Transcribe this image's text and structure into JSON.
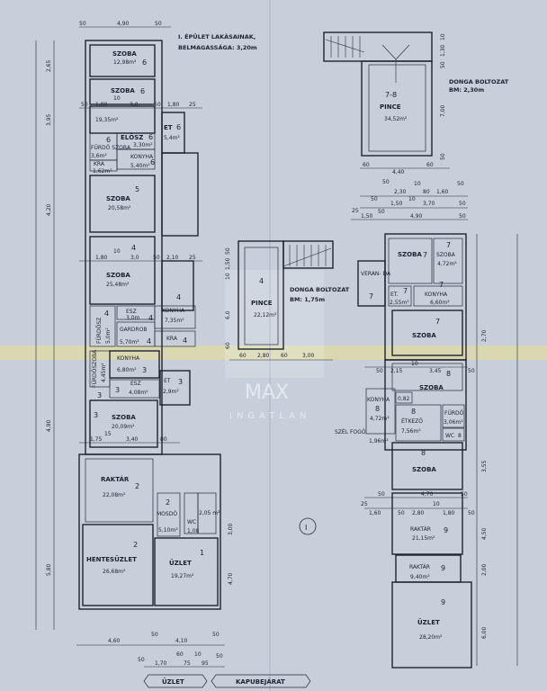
{
  "header": {
    "title_line1": "I. ÉPÜLET LAKÁSAINAK,",
    "title_line2": "BELMAGASSÁGA: 3,20m"
  },
  "left_building": {
    "rooms": [
      {
        "label": "SZOBA",
        "area": "12,98m²",
        "unit": "6"
      },
      {
        "label": "SZOBA",
        "unit": "6"
      },
      {
        "area": "19,35m²"
      },
      {
        "label": "ELŐSZ",
        "area": "3,30m²",
        "unit": "6"
      },
      {
        "label": "ET",
        "area": "5,4m²",
        "unit": "6"
      },
      {
        "label": "FÜRDŐ SZOBA",
        "area": "3,6m²",
        "unit": "6"
      },
      {
        "label": "KONYHA",
        "area": "5,40m²",
        "unit": "6"
      },
      {
        "label": "KRA",
        "area": "1,62m²"
      },
      {
        "label": "SZOBA",
        "area": "20,58m²",
        "unit": "5"
      },
      {
        "label": "SZOBA",
        "area": "25,48m²",
        "unit": "4"
      },
      {
        "label": "ESZ",
        "area": "3,0m",
        "unit": "4"
      },
      {
        "label": "KONYHA",
        "area": "7,35m²",
        "unit": "4"
      },
      {
        "label": "FÜRDŐSZ",
        "area": "5,0m²",
        "unit": "4"
      },
      {
        "label": "GARDROB",
        "area": "5,70m²",
        "unit": "4"
      },
      {
        "label": "KRA",
        "unit": "4"
      },
      {
        "label": "KONYHA",
        "area": "6,80m²",
        "unit": "3"
      },
      {
        "label": "FÜRDŐSZOBA",
        "area": "4,45m²",
        "unit": "3"
      },
      {
        "label": "ESZ",
        "area": "4,08m²",
        "unit": "3"
      },
      {
        "label": "ET",
        "area": "2,9m²",
        "unit": "3"
      },
      {
        "label": "SZOBA",
        "area": "20,09m²",
        "unit": "3"
      },
      {
        "label": "RAKTÁR",
        "area": "22,08m²",
        "unit": "2"
      },
      {
        "label": "MOSDÓ",
        "area": "5,10m²",
        "unit": "2"
      },
      {
        "label": "WC",
        "area": "1,08"
      },
      {
        "area": "2,05 m²"
      },
      {
        "label": "HENTESÜZLET",
        "area": "26,68m²",
        "unit": "2"
      },
      {
        "label": "ÜZLET",
        "area": "19,27m²",
        "unit": "1"
      }
    ]
  },
  "cellar_4": {
    "label": "PINCE",
    "area": "22,12m²",
    "unit": "4",
    "note1": "DONGA BOLTOZAT",
    "note2": "BM: 1,75m"
  },
  "cellar_78": {
    "label": "PINCE",
    "area": "34,52m²",
    "unit": "7-8",
    "note1": "DONGA BOLTOZAT",
    "note2": "BM: 2,30m"
  },
  "right_building": {
    "rooms": [
      {
        "label": "SZOBA",
        "unit": "7"
      },
      {
        "label": "SZOBA",
        "area": "4,72m²",
        "unit": "7"
      },
      {
        "label": "VERAN- DA",
        "unit": "7"
      },
      {
        "label": "ET.",
        "area": "2,55m²",
        "unit": "7"
      },
      {
        "label": "KONYHA",
        "area": "6,60m²",
        "unit": "7"
      },
      {
        "label": "SZOBA",
        "unit": "7"
      },
      {
        "label": "SZOBA",
        "unit": "8"
      },
      {
        "label": "KONYHA",
        "area": "4,72m²",
        "unit": "8"
      },
      {
        "area": "0,82"
      },
      {
        "label": "ÉTKEZŐ",
        "area": "7,56m²",
        "unit": "8"
      },
      {
        "label": "FÜRDŐ",
        "area": "3,06m²"
      },
      {
        "label": "WC",
        "unit": "8"
      },
      {
        "label": "SZÉL FOGÓ",
        "area": "1,96m²"
      },
      {
        "label": "SZOBA",
        "unit": "8"
      },
      {
        "label": "RAKTÁR",
        "area": "21,15m²",
        "unit": "9"
      },
      {
        "label": "RAKTÁR",
        "area": "9,40m²",
        "unit": "9"
      },
      {
        "label": "ÜZLET",
        "area": "28,20m²",
        "unit": "9"
      }
    ]
  },
  "courtyard": {
    "marker": "I"
  },
  "street": {
    "shop_label": "ÜZLET",
    "gate_label": "KAPUBEJÁRAT"
  },
  "dimensions": {
    "top": [
      "50",
      "4,90",
      "50"
    ],
    "row_6": [
      "50",
      "1,80",
      "10",
      "3,0",
      "50",
      "1,80",
      "25"
    ],
    "row_4": [
      "1,80",
      "10",
      "3,0",
      "50",
      "2,10",
      "25"
    ],
    "row_3": [
      "1,75",
      "15",
      "3,40",
      "80"
    ],
    "bottom1": [
      "4,60",
      "50",
      "4,10",
      "50"
    ],
    "bottom2": [
      "50",
      "1,70",
      "60",
      "75",
      "10",
      "95",
      "50"
    ],
    "cellar4_h": [
      "50",
      "1,50",
      "10",
      "6,0",
      "60"
    ],
    "cellar4_w": [
      "60",
      "2,80",
      "60",
      "3,00"
    ],
    "cellar78_h": [
      "10",
      "1,30",
      "50",
      "7,00",
      "50"
    ],
    "cellar78_w": [
      "60",
      "4,40",
      "60"
    ],
    "right_top1": [
      "50",
      "2,30",
      "10",
      "80",
      "1,60",
      "50"
    ],
    "right_top2": [
      "50",
      "1,50",
      "10",
      "3,70",
      "50"
    ],
    "right_top3": [
      "25",
      "1,50",
      "50",
      "4,90",
      "50"
    ],
    "right_mid": [
      "50",
      "2,15",
      "10",
      "3,45",
      "50"
    ],
    "right_low1": [
      "50",
      "4,70",
      "50"
    ],
    "right_low2": [
      "25",
      "1,60",
      "50",
      "2,80",
      "10",
      "1,80",
      "50"
    ],
    "left_vertical": [
      "2,65",
      "3,95",
      "4,20",
      "5,80",
      "4,90",
      "4,70",
      "3,00"
    ],
    "right_vertical": [
      "3,55",
      "2,70",
      "4,50",
      "2,00",
      "6,00"
    ]
  },
  "watermark": {
    "line1": "MAX",
    "line2": "INGATLAN"
  },
  "colors": {
    "paper": "#c7cfdb",
    "ink": "#1d2230",
    "fold_stripe": "#e2dca0"
  }
}
